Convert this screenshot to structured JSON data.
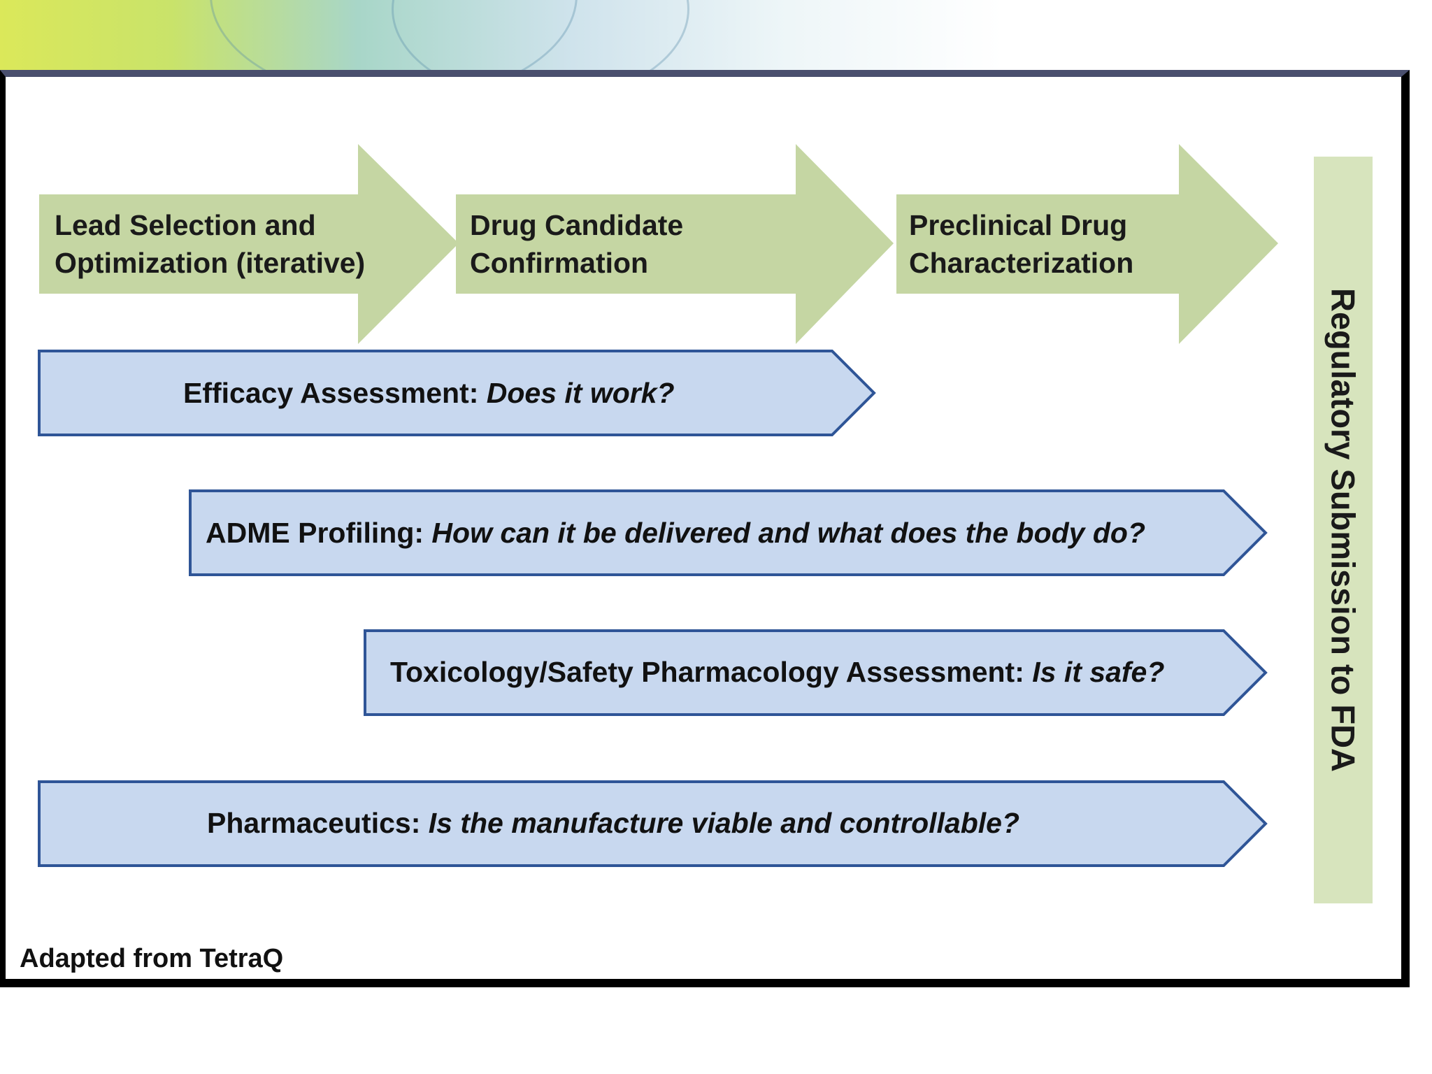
{
  "stages": [
    {
      "line1": "Lead Selection and",
      "line2": "Optimization (iterative)"
    },
    {
      "line1": "Drug Candidate",
      "line2": "Confirmation"
    },
    {
      "line1": "Preclinical Drug",
      "line2": "Characterization"
    }
  ],
  "assessments": [
    {
      "lead": "Efficacy Assessment: ",
      "question": "Does it work?"
    },
    {
      "lead": "ADME Profiling: ",
      "question": "How can it be delivered and what does the body do?"
    },
    {
      "lead": "Toxicology/Safety Pharmacology Assessment: ",
      "question": "Is it safe?"
    },
    {
      "lead": "Pharmaceutics: ",
      "question": "Is the manufacture viable and controllable?"
    }
  ],
  "side_label": "Regulatory Submission to FDA",
  "credit": "Adapted from TetraQ",
  "colors": {
    "stage_fill": "#c5d6a3",
    "bar_fill": "#c8d8ef",
    "bar_stroke": "#2f5597",
    "side_fill": "#d7e4bd"
  }
}
